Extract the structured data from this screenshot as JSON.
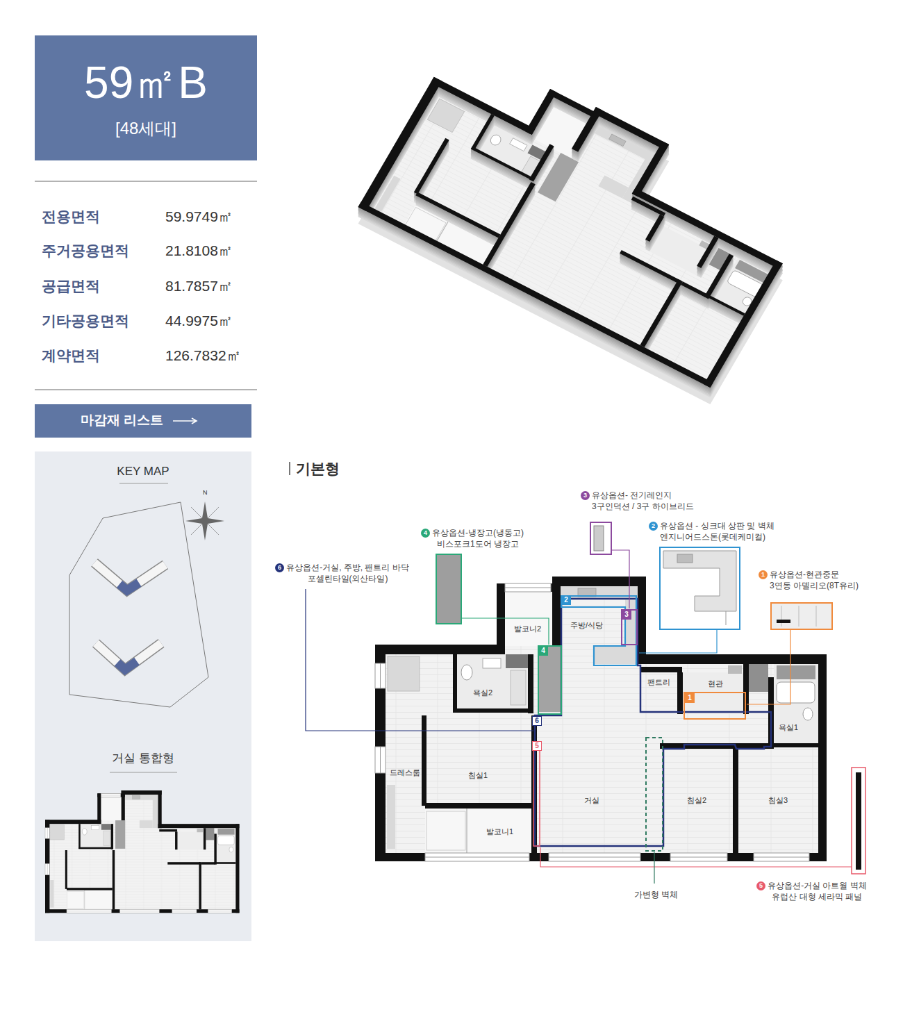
{
  "diagram": {
    "nodes": [
      {
        "text": [
          "59㎡B",
          "[48세대]"
        ]
      },
      {
        "text": [
          "마감재 리스트"
        ]
      },
      {
        "text": [
          "KEY MAP",
          "거실 통합형"
        ]
      }
    ],
    "labels": [
      "전용면적",
      "59.9749㎡",
      "주거공용면적",
      "21.8108㎡",
      "공급면적",
      "81.7857㎡",
      "기타공용면적",
      "44.9975㎡",
      "계약면적",
      "126.7832㎡",
      "N",
      "기본형",
      "3",
      "유상옵션- 전기레인지 3구인덕션 / 3구 하이브리드",
      "4",
      "유상옵션-냉장고(냉동고) 비스포크1도어 냉장고",
      "2",
      "유상옵션 - 싱크대 상판 및 벽체 엔지니어드스톤(롯데케미컬)",
      "6",
      "유상옵션-거실, 주방, 팬트리 바닥 포셀린타일(외산타일)",
      "1",
      "유상옵션-현관중문 3연동 아델리오(8T유리)",
      "2",
      "3",
      "발코니2",
      "주방/식당",
      "4",
      "팬트리",
      "현관",
      "1",
      "욕실2",
      "욕실1",
      "6",
      "5",
      "드레스룸",
      "침실1",
      "거실",
      "침실2",
      "침실3",
      "발코니1",
      "가변형 벽체",
      "5",
      "유상옵션-거실 아트월 벽체 유럽산 대형 세라믹 패널"
    ]
  }
}
